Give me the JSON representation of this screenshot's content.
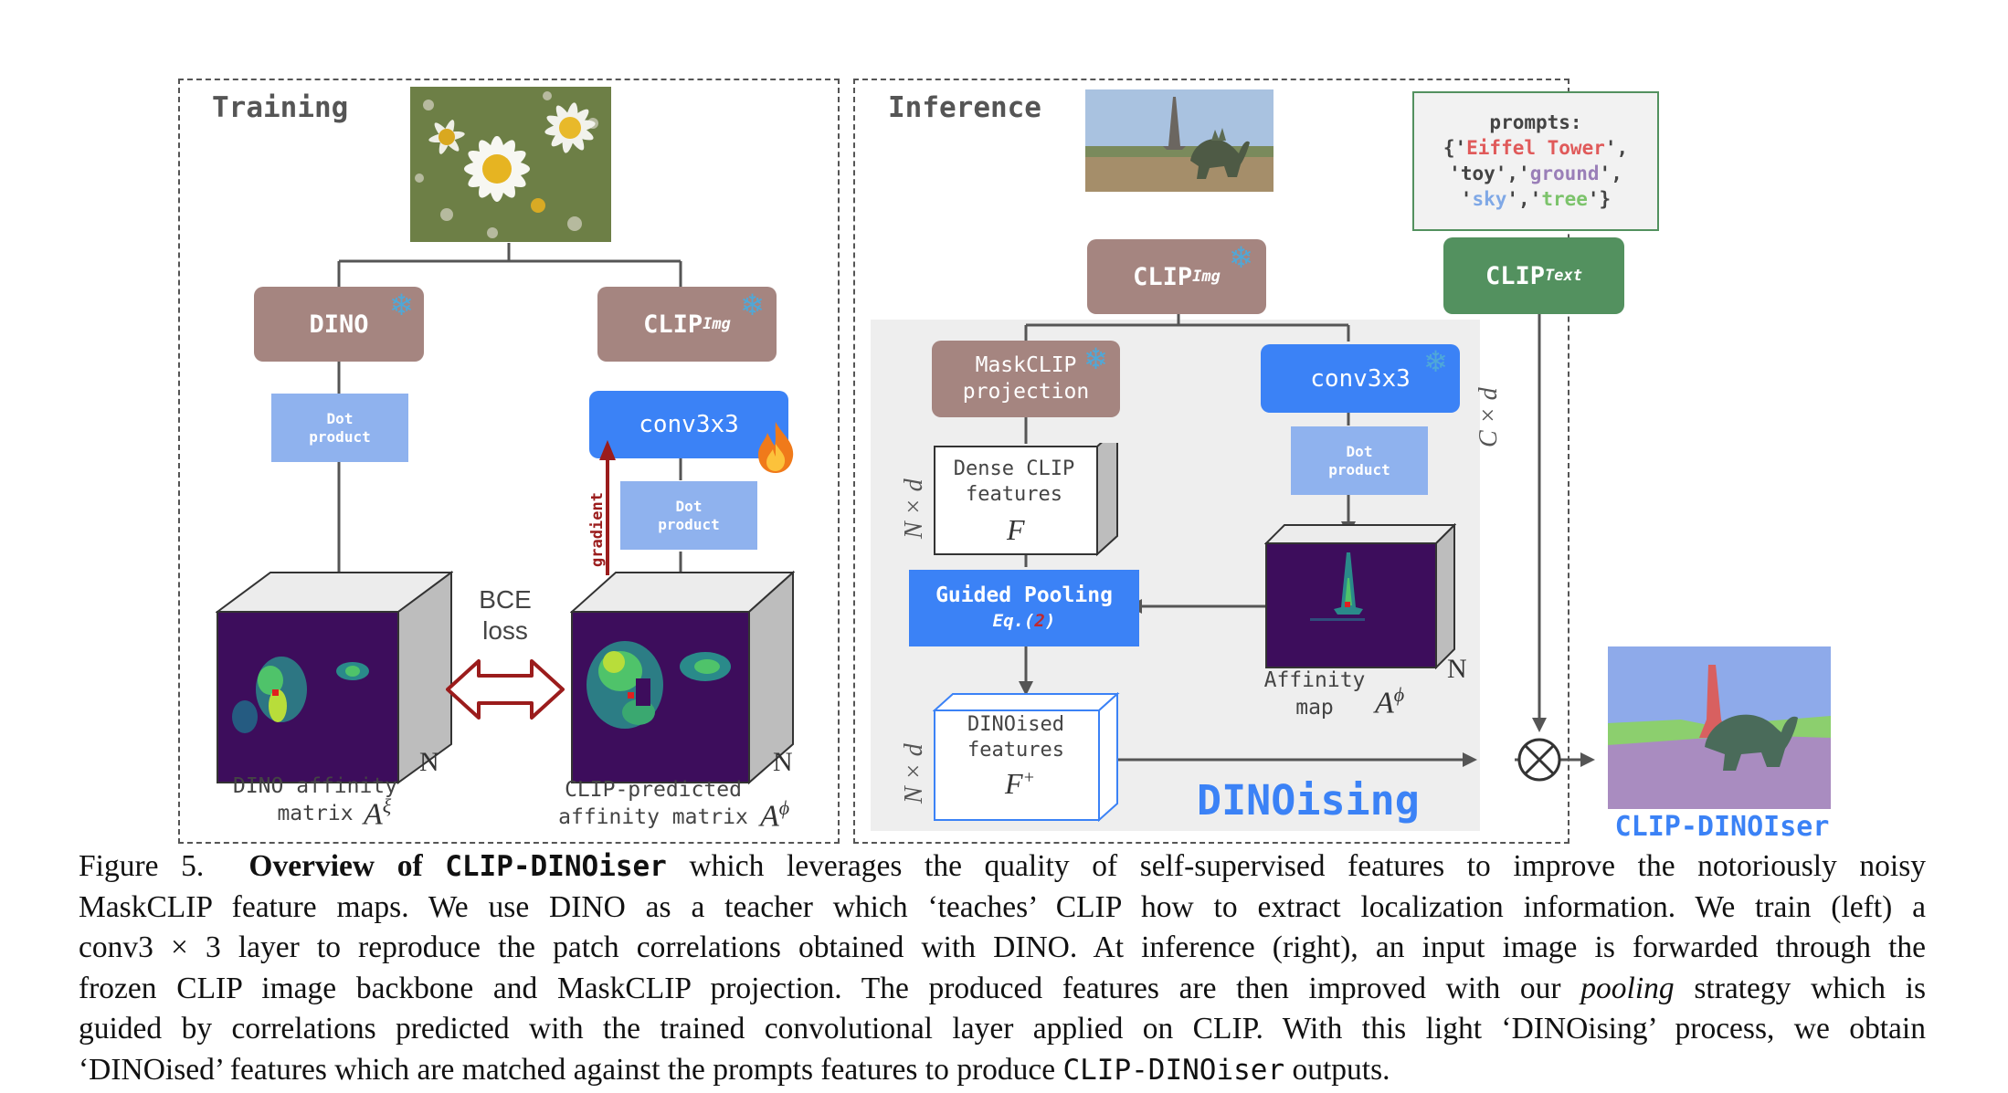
{
  "training": {
    "title": "Training",
    "dino_label": "DINO",
    "clip_img_label": "CLIP",
    "clip_img_sub": "Img",
    "dot_product_left": [
      "Dot",
      "product"
    ],
    "dot_product_right": [
      "Dot",
      "product"
    ],
    "conv_label": "conv3x3",
    "gradient_label": "gradient",
    "bce_label": [
      "BCE",
      "loss"
    ],
    "dino_matrix_label": [
      "DINO affinity",
      "matrix"
    ],
    "dino_matrix_sym": "A",
    "dino_matrix_sup": "ξ",
    "clip_matrix_label": [
      "CLIP-predicted",
      "affinity matrix"
    ],
    "clip_matrix_sym": "A",
    "clip_matrix_sup": "ϕ",
    "n_label_left": "N",
    "n_label_right": "N"
  },
  "inference": {
    "title": "Inference",
    "prompts_title": "prompts:",
    "prompt_words": [
      "Eiffel Tower",
      "toy",
      "ground",
      "sky",
      "tree"
    ],
    "prompt_colors": [
      "#e05a5a",
      "#555555",
      "#9a7fb8",
      "#7fa8e6",
      "#7cc36b"
    ],
    "clip_img_label": "CLIP",
    "clip_img_sub": "Img",
    "clip_text_label": "CLIP",
    "clip_text_sub": "Text",
    "maskclip_label": [
      "MaskCLIP",
      "projection"
    ],
    "conv_label": "conv3x3",
    "dot_product": [
      "Dot",
      "product"
    ],
    "dense_label": [
      "Dense CLIP",
      "features"
    ],
    "dense_sym": "F",
    "nxd_top": "N × d",
    "cxd": "C × d",
    "guided_label": "Guided Pooling",
    "guided_eq_pre": "Eq.(",
    "guided_eq_num": "2",
    "guided_eq_post": ")",
    "affinity_label": [
      "Affinity",
      "map"
    ],
    "affinity_sym": "A",
    "affinity_sup": "ϕ",
    "n_label": "N",
    "dinoised_label": [
      "DINOised",
      "features"
    ],
    "dinoised_sym": "F",
    "dinoised_sup": "+",
    "nxd_bottom": "N × d",
    "dinoising": "DINOising",
    "output_label": "CLIP-DINOIser",
    "otimes": "⊗"
  },
  "caption": {
    "figure": "Figure 5.",
    "bold_pre": "Overview of",
    "bold_mono": "CLIP-DINOiser",
    "lines": [
      "which leverages the quality of self-supervised features to improve the notoriously noisy",
      "MaskCLIP feature maps.  We use DINO as a teacher which ‘teaches’ CLIP how to extract localization information.  We train (left) a",
      "conv3 × 3 layer to reproduce the patch correlations obtained with DINO. At inference (right), an input image is forwarded through the",
      "frozen CLIP image backbone and MaskCLIP projection.  The produced features are then improved with our",
      "strategy which is",
      "guided by correlations predicted with the trained convolutional layer applied on CLIP. With this light ‘DINOising’ process, we obtain",
      "‘DINOised’ features which are matched against the prompts features to produce",
      "outputs."
    ],
    "italic_word": "pooling",
    "mono_word": "CLIP-DINOiser"
  },
  "colors": {
    "brown": "#a58580",
    "blue": "#3b82f6",
    "light_blue": "#8fb2ee",
    "green": "#53915f",
    "gradient_red": "#9b1c1c",
    "dinoising_blue": "#3b82f6"
  }
}
